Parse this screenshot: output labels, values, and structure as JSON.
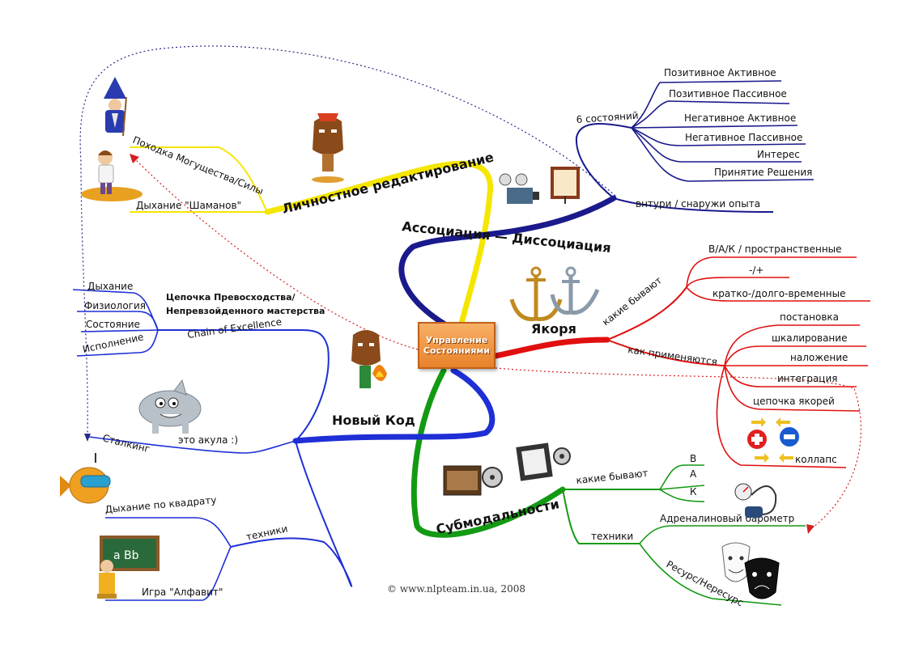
{
  "center": {
    "line1": "Управление",
    "line2": "Состояниями"
  },
  "copyright": "© www.nlpteam.in.ua, 2008",
  "colors": {
    "yellow": "#f5e600",
    "navy": "#1a1a8c",
    "red": "#e01010",
    "green": "#139a13",
    "blue": "#1e2fd6",
    "dotted_red": "#d42020",
    "dotted_navy": "#2a2a8a"
  },
  "branches": {
    "personal": {
      "title": "Личностное редактирование",
      "items": [
        "Походка Могущества/Силы",
        "Дыхание \"Шаманов\""
      ]
    },
    "association": {
      "title": "Ассоциация — Диссоциация",
      "six_states": "6  состояний",
      "states": [
        "Позитивное Активное",
        "Позитивное Пассивное",
        "Негативное Активное",
        "Негативное Пассивное",
        "Интерес",
        "Принятие Решения"
      ],
      "inside_outside": "внтури / снаружи опыта"
    },
    "anchors": {
      "title": "Якоря",
      "kinds_label": "какие бывают",
      "kinds": [
        "В/А/К / пространственные",
        "-/+",
        "кратко-/долго-временные"
      ],
      "use_label": "как применяются",
      "uses": [
        "постановка",
        "шкалирование",
        "наложение",
        "интеграция",
        "цепочка якорей",
        "коллапс"
      ]
    },
    "submodalities": {
      "title": "Субмодальности",
      "kinds_label": "какие бывают",
      "kinds": [
        "В",
        "А",
        "К"
      ],
      "tech_label": "техники",
      "techs": [
        "Адреналиновый барометр",
        "Ресурс/Нересурс"
      ]
    },
    "newcode": {
      "title": "Новый Код",
      "chain": "Chain of Excellence",
      "chain_desc_1": "Цепочка Превосходства/",
      "chain_desc_2": "Непревзойденного мастерства",
      "chain_items": [
        "Дыхание",
        "Физиология",
        "Состояние",
        "Исполнение"
      ],
      "shark": "это акула :)",
      "stalking": "Сталкинг",
      "tech_label": "техники",
      "techs": [
        "Дыхание по квадрату",
        "Игра \"Алфавит\""
      ],
      "board_text": "a Bb"
    }
  }
}
